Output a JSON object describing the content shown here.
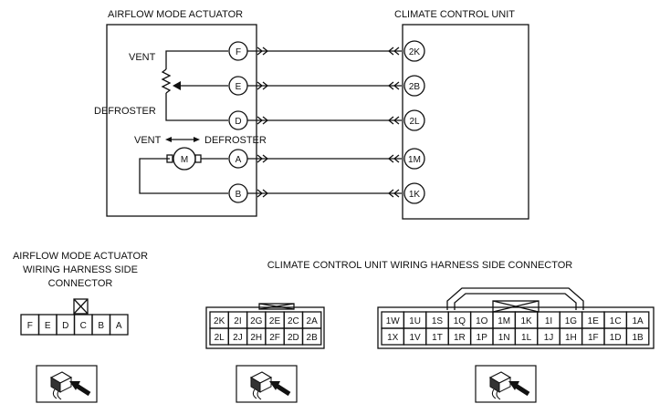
{
  "title_actuator": "AIRFLOW MODE ACTUATOR",
  "title_ccu": "CLIMATE CONTROL UNIT",
  "label_vent": "VENT",
  "label_defroster": "DEFROSTER",
  "label_motor_vent": "VENT",
  "label_motor_defroster": "DEFROSTER",
  "motor_symbol": "M",
  "actuator_pins": [
    "F",
    "E",
    "D",
    "A",
    "B"
  ],
  "ccu_pins": [
    "2K",
    "2B",
    "2L",
    "1M",
    "1K"
  ],
  "actuator_connector_title": [
    "AIRFLOW MODE ACTUATOR",
    "WIRING HARNESS SIDE",
    "CONNECTOR"
  ],
  "actuator_connector_cells": [
    "F",
    "E",
    "D",
    "C",
    "B",
    "A"
  ],
  "ccu_connector_title": "CLIMATE CONTROL UNIT WIRING HARNESS SIDE CONNECTOR",
  "ccu_connector_small": {
    "row1": [
      "2K",
      "2I",
      "2G",
      "2E",
      "2C",
      "2A"
    ],
    "row2": [
      "2L",
      "2J",
      "2H",
      "2F",
      "2D",
      "2B"
    ]
  },
  "ccu_connector_large": {
    "row1": [
      "1W",
      "1U",
      "1S",
      "1Q",
      "1O",
      "1M",
      "1K",
      "1I",
      "1G",
      "1E",
      "1C",
      "1A"
    ],
    "row2": [
      "1X",
      "1V",
      "1T",
      "1R",
      "1P",
      "1N",
      "1L",
      "1J",
      "1H",
      "1F",
      "1D",
      "1B"
    ]
  },
  "plug_icons": [
    "connector-plug-icon",
    "connector-plug-icon",
    "connector-plug-icon"
  ]
}
